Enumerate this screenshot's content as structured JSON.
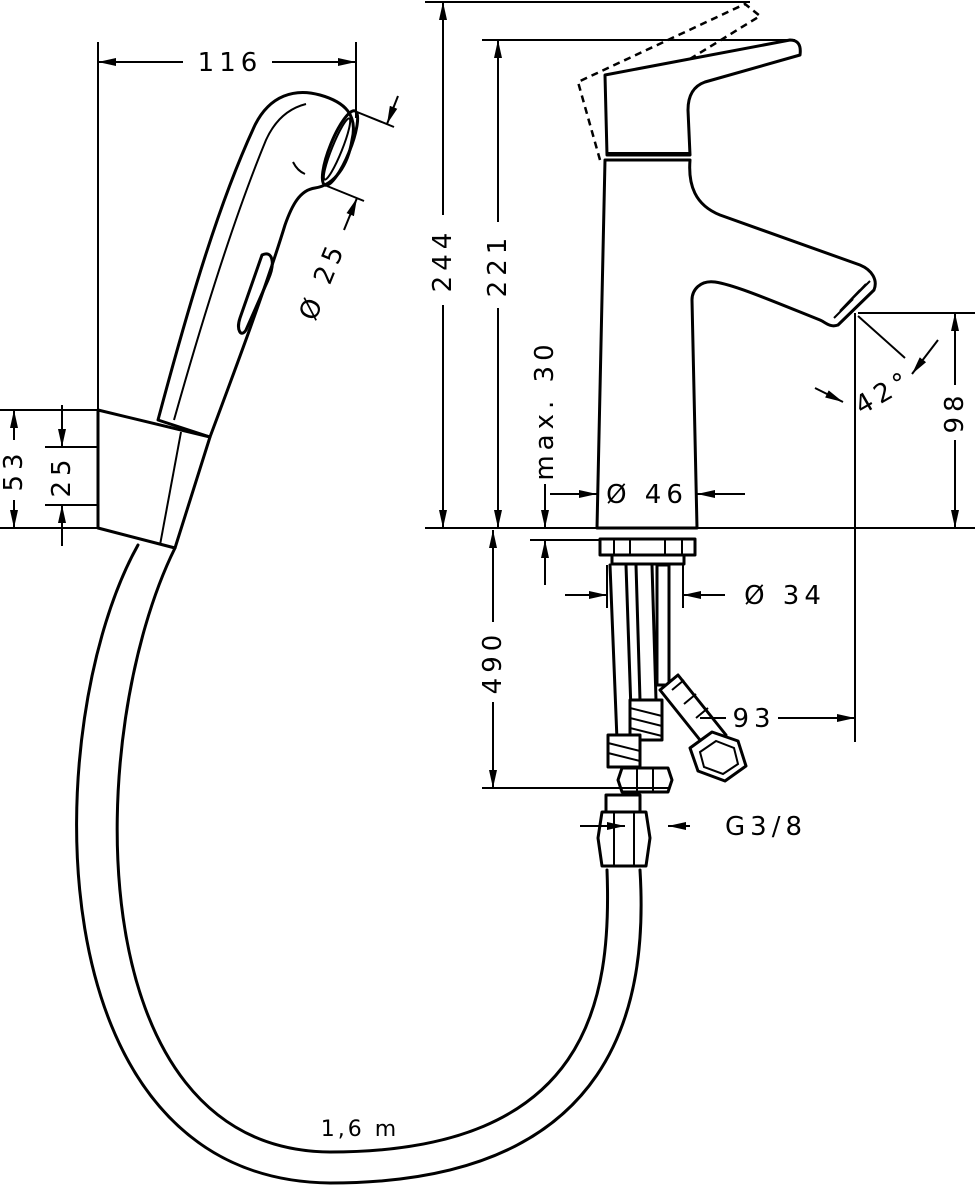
{
  "colors": {
    "line": "#000000",
    "background": "#ffffff"
  },
  "labels": {
    "hand_shower_width": "116",
    "spray_diameter": "Ø 25",
    "holder_height": "53",
    "holder_inner": "25",
    "total_height": "244",
    "spout_height": "221",
    "max_deck": "max. 30",
    "body_diameter": "Ø 46",
    "spray_angle": "42°",
    "outlet_height": "98",
    "shank_diameter": "Ø 34",
    "supply_hose_length": "490",
    "projection": "93",
    "thread": "G3/8",
    "hose_length": "1,6 m"
  }
}
